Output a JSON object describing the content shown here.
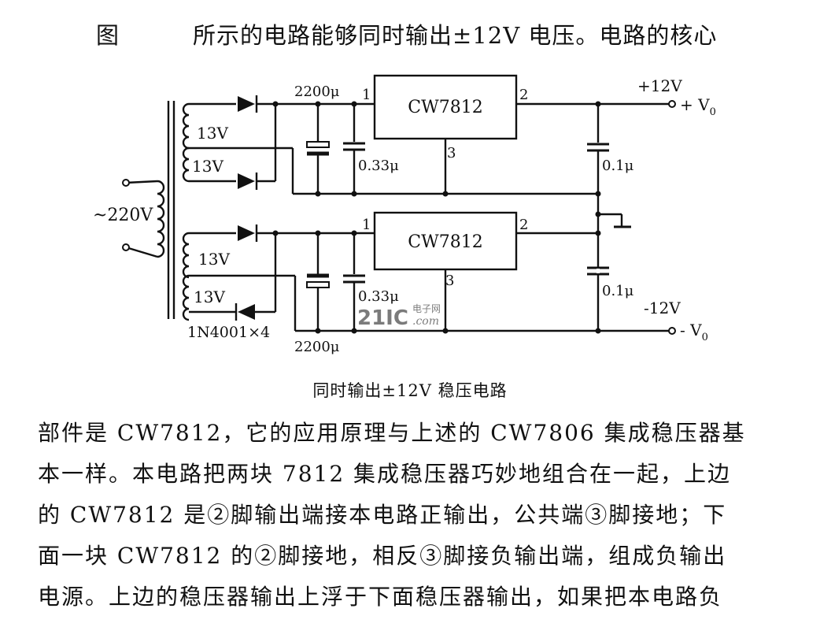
{
  "header": {
    "fig_word": "图",
    "sentence": "所示的电路能够同时输出±12V 电压。电路的核心"
  },
  "diagram": {
    "ic_top": "CW7812",
    "ic_bottom": "CW7812",
    "pin1": "1",
    "pin2": "2",
    "pin3": "3",
    "cap_2200_top": "2200μ",
    "cap_2200_bottom": "2200μ",
    "cap_033_top": "0.33μ",
    "cap_033_bottom": "0.33μ",
    "cap_01_top": "0.1μ",
    "cap_01_bottom": "0.1μ",
    "winding_13v": "13V",
    "mains": "~220V",
    "plus_12v": "+12V",
    "minus_12v": "-12V",
    "plus_vo": "+ V",
    "minus_vo": "- V",
    "vo_sub": "0",
    "diode_label": "1N4001×4",
    "watermark_main": "21IC",
    "watermark_cn": "电子网",
    "watermark_com": ".com"
  },
  "caption": "同时输出±12V 稳压电路",
  "paragraph": [
    "部件是 CW7812，它的应用原理与上述的 CW7806 集成稳压器基",
    "本一样。本电路把两块 7812 集成稳压器巧妙地组合在一起，上边",
    "的 CW7812 是②脚输出端接本电路正输出，公共端③脚接地；下",
    "面一块 CW7812 的②脚接地，相反③脚接负输出端，组成负输出",
    "电源。上边的稳压器输出上浮于下面稳压器输出，如果把本电路负"
  ]
}
